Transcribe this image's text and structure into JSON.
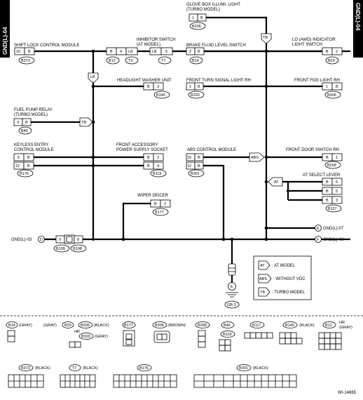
{
  "diagram": {
    "tab_left": "GND(L)-04",
    "tab_right": "GND(L)-04",
    "figure_id": "WI-14665",
    "components": {
      "shift_lock": "SHIFT LOCK CONTROL MODULE",
      "inhibitor_1": "INHIBITOR SWITCH",
      "inhibitor_2": "(AT MODEL)",
      "glove_1": "GLOVE BOX ILLUMI. LIGHT",
      "glove_2": "(TURBO MODEL)",
      "brake_fluid": "BRAKE FLUID LEVEL SWITCH",
      "lo_awd_1": "LO (AWD) INDICATOR",
      "lo_awd_2": "LIGHT SWITCH",
      "headlight_washer": "HEADLIGHT WASHER UNIT",
      "front_turn": "FRONT TURN SIGNAL LIGHT RH",
      "front_fog": "FRONT FOG LIGHT RH",
      "fuel_pump_1": "FUEL PUMP RELAY",
      "fuel_pump_2": "(TURBO MODEL)",
      "keyless_1": "KEYLESS ENTRY",
      "keyless_2": "CONTROL MODULE",
      "accessory_1": "FRONT ACCESSORY",
      "accessory_2": "POWER SUPPLY SOCKET",
      "abs_module": "ABS CONTROL MODULE",
      "front_door": "FRONT DOOR SWITCH RH",
      "at_select": "AT SELECT LEVER",
      "wiper_deicer": "WIPER DEICER"
    },
    "connectors": {
      "b373": "B373",
      "b12": "B12",
      "t3": "T3",
      "t7": "T7",
      "b206": "B206",
      "b14": "B14",
      "b29": "B29",
      "b140": "B140",
      "b320": "B320",
      "b306": "B306",
      "b46": "B46",
      "b176": "B176",
      "b119": "B119",
      "b301": "B301",
      "b268": "B268",
      "b117": "B117",
      "b177": "B177",
      "b199": "B199",
      "b198": "B198",
      "gb3": "GB-3"
    },
    "pins": {
      "p10": "10",
      "b": "B",
      "p4": "4",
      "lb": "LB",
      "p5": "5",
      "p1": "1",
      "p2": "2",
      "p3": "3",
      "p6": "6",
      "p12": "12",
      "p15": "15",
      "p9": "9",
      "p8": "8"
    },
    "inline_tags": {
      "lb": "LB",
      "tb": "TB",
      "abs": "ABS",
      "at": "AT"
    },
    "gnd_links": {
      "gnd03": "GND(L)-03",
      "d": "D",
      "e": "E",
      "e_label": "GND(L)-07",
      "f": "F",
      "f_label": "GND(L)-06"
    },
    "legend": {
      "at_tag": "AT",
      "at_text": ": AT MODEL",
      "abs_tag": "ABS",
      "abs_text": ": WITHOUT VDC",
      "tb_tag": "TB",
      "tb_text": ": TURBO MODEL"
    },
    "connector_table": {
      "b14_label": "B14",
      "b14_color": "(GRAY)",
      "b29_pre": "(GRAY)",
      "b29_label": "B29",
      "b206_label": "B206",
      "b206_color": "(BLACK)",
      "b320_pre": "HR",
      "b320_label": "B320",
      "b320_color": "(GRAY)",
      "b177_label": "B177",
      "b306_label": "B306",
      "b306_color": "(BROWN)",
      "b268_label": "B268",
      "b46_label": "B46",
      "b119_label": "B119",
      "b117_label": "B117",
      "b140_label": "B140",
      "b140_color": "(BLACK)",
      "b12_label": "B12",
      "b12_color_1": "HR",
      "b12_color_2": "(GRAY)",
      "b373_label": "B373",
      "b373_color": "(BLACK)",
      "t7_label": "T7",
      "t7_color": "(BLACK)",
      "b176_label": "B176",
      "b301_label": "B301",
      "b301_color": "(BLACK)"
    }
  }
}
